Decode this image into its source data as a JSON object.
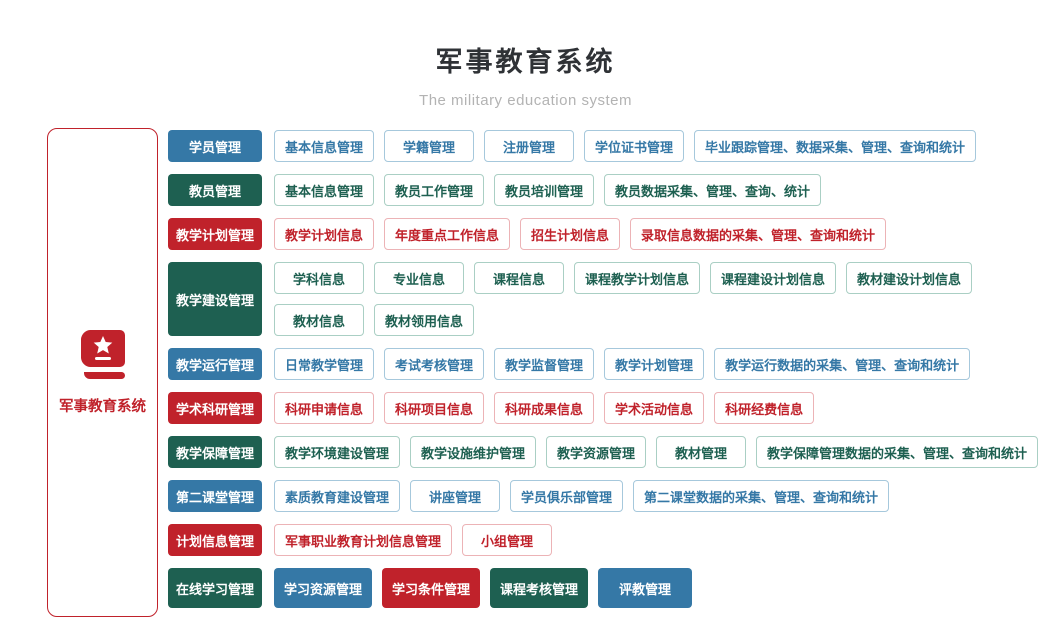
{
  "header": {
    "title": "军事教育系统",
    "subtitle": "The military education system"
  },
  "sidebar": {
    "label": "军事教育系统",
    "icon": "book-star-icon",
    "border_color": "#c0222b"
  },
  "palette": {
    "blue": {
      "fill": "#3578a6",
      "border": "#a6c8dc"
    },
    "green": {
      "fill": "#1e6051",
      "border": "#aacfc4"
    },
    "red": {
      "fill": "#c0222b",
      "border": "#ecb3b6"
    }
  },
  "rows": [
    {
      "category": "学员管理",
      "color": "blue",
      "lines": [
        [
          {
            "label": "基本信息管理"
          },
          {
            "label": "学籍管理"
          },
          {
            "label": "注册管理"
          },
          {
            "label": "学位证书管理"
          },
          {
            "label": "毕业跟踪管理、数据采集、管理、查询和统计"
          }
        ]
      ]
    },
    {
      "category": "教员管理",
      "color": "green",
      "lines": [
        [
          {
            "label": "基本信息管理"
          },
          {
            "label": "教员工作管理"
          },
          {
            "label": "教员培训管理"
          },
          {
            "label": "教员数据采集、管理、查询、统计"
          }
        ]
      ]
    },
    {
      "category": "教学计划管理",
      "color": "red",
      "lines": [
        [
          {
            "label": "教学计划信息"
          },
          {
            "label": "年度重点工作信息"
          },
          {
            "label": "招生计划信息"
          },
          {
            "label": "录取信息数据的采集、管理、查询和统计"
          }
        ]
      ]
    },
    {
      "category": "教学建设管理",
      "color": "green",
      "lines": [
        [
          {
            "label": "学科信息"
          },
          {
            "label": "专业信息"
          },
          {
            "label": "课程信息"
          },
          {
            "label": "课程教学计划信息"
          },
          {
            "label": "课程建设计划信息"
          },
          {
            "label": "教材建设计划信息"
          }
        ],
        [
          {
            "label": "教材信息"
          },
          {
            "label": "教材领用信息"
          }
        ]
      ]
    },
    {
      "category": "教学运行管理",
      "color": "blue",
      "lines": [
        [
          {
            "label": "日常教学管理"
          },
          {
            "label": "考试考核管理"
          },
          {
            "label": "教学监督管理"
          },
          {
            "label": "教学计划管理"
          },
          {
            "label": "教学运行数据的采集、管理、查询和统计"
          }
        ]
      ]
    },
    {
      "category": "学术科研管理",
      "color": "red",
      "lines": [
        [
          {
            "label": "科研申请信息"
          },
          {
            "label": "科研项目信息"
          },
          {
            "label": "科研成果信息"
          },
          {
            "label": "学术活动信息"
          },
          {
            "label": "科研经费信息"
          }
        ]
      ]
    },
    {
      "category": "教学保障管理",
      "color": "green",
      "lines": [
        [
          {
            "label": "教学环境建设管理"
          },
          {
            "label": "教学设施维护管理"
          },
          {
            "label": "教学资源管理"
          },
          {
            "label": "教材管理"
          },
          {
            "label": "教学保障管理数据的采集、管理、查询和统计"
          }
        ]
      ]
    },
    {
      "category": "第二课堂管理",
      "color": "blue",
      "lines": [
        [
          {
            "label": "素质教育建设管理"
          },
          {
            "label": "讲座管理"
          },
          {
            "label": "学员俱乐部管理"
          },
          {
            "label": "第二课堂数据的采集、管理、查询和统计"
          }
        ]
      ]
    },
    {
      "category": "计划信息管理",
      "color": "red",
      "lines": [
        [
          {
            "label": "军事职业教育计划信息管理"
          },
          {
            "label": "小组管理"
          }
        ]
      ]
    },
    {
      "category": "在线学习管理",
      "color": "green",
      "tall": true,
      "lines": [
        [
          {
            "label": "学习资源管理",
            "color": "blue",
            "solid": true
          },
          {
            "label": "学习条件管理",
            "color": "red",
            "solid": true
          },
          {
            "label": "课程考核管理",
            "color": "green",
            "solid": true
          },
          {
            "label": "评教管理",
            "color": "blue",
            "solid": true
          }
        ]
      ]
    }
  ]
}
